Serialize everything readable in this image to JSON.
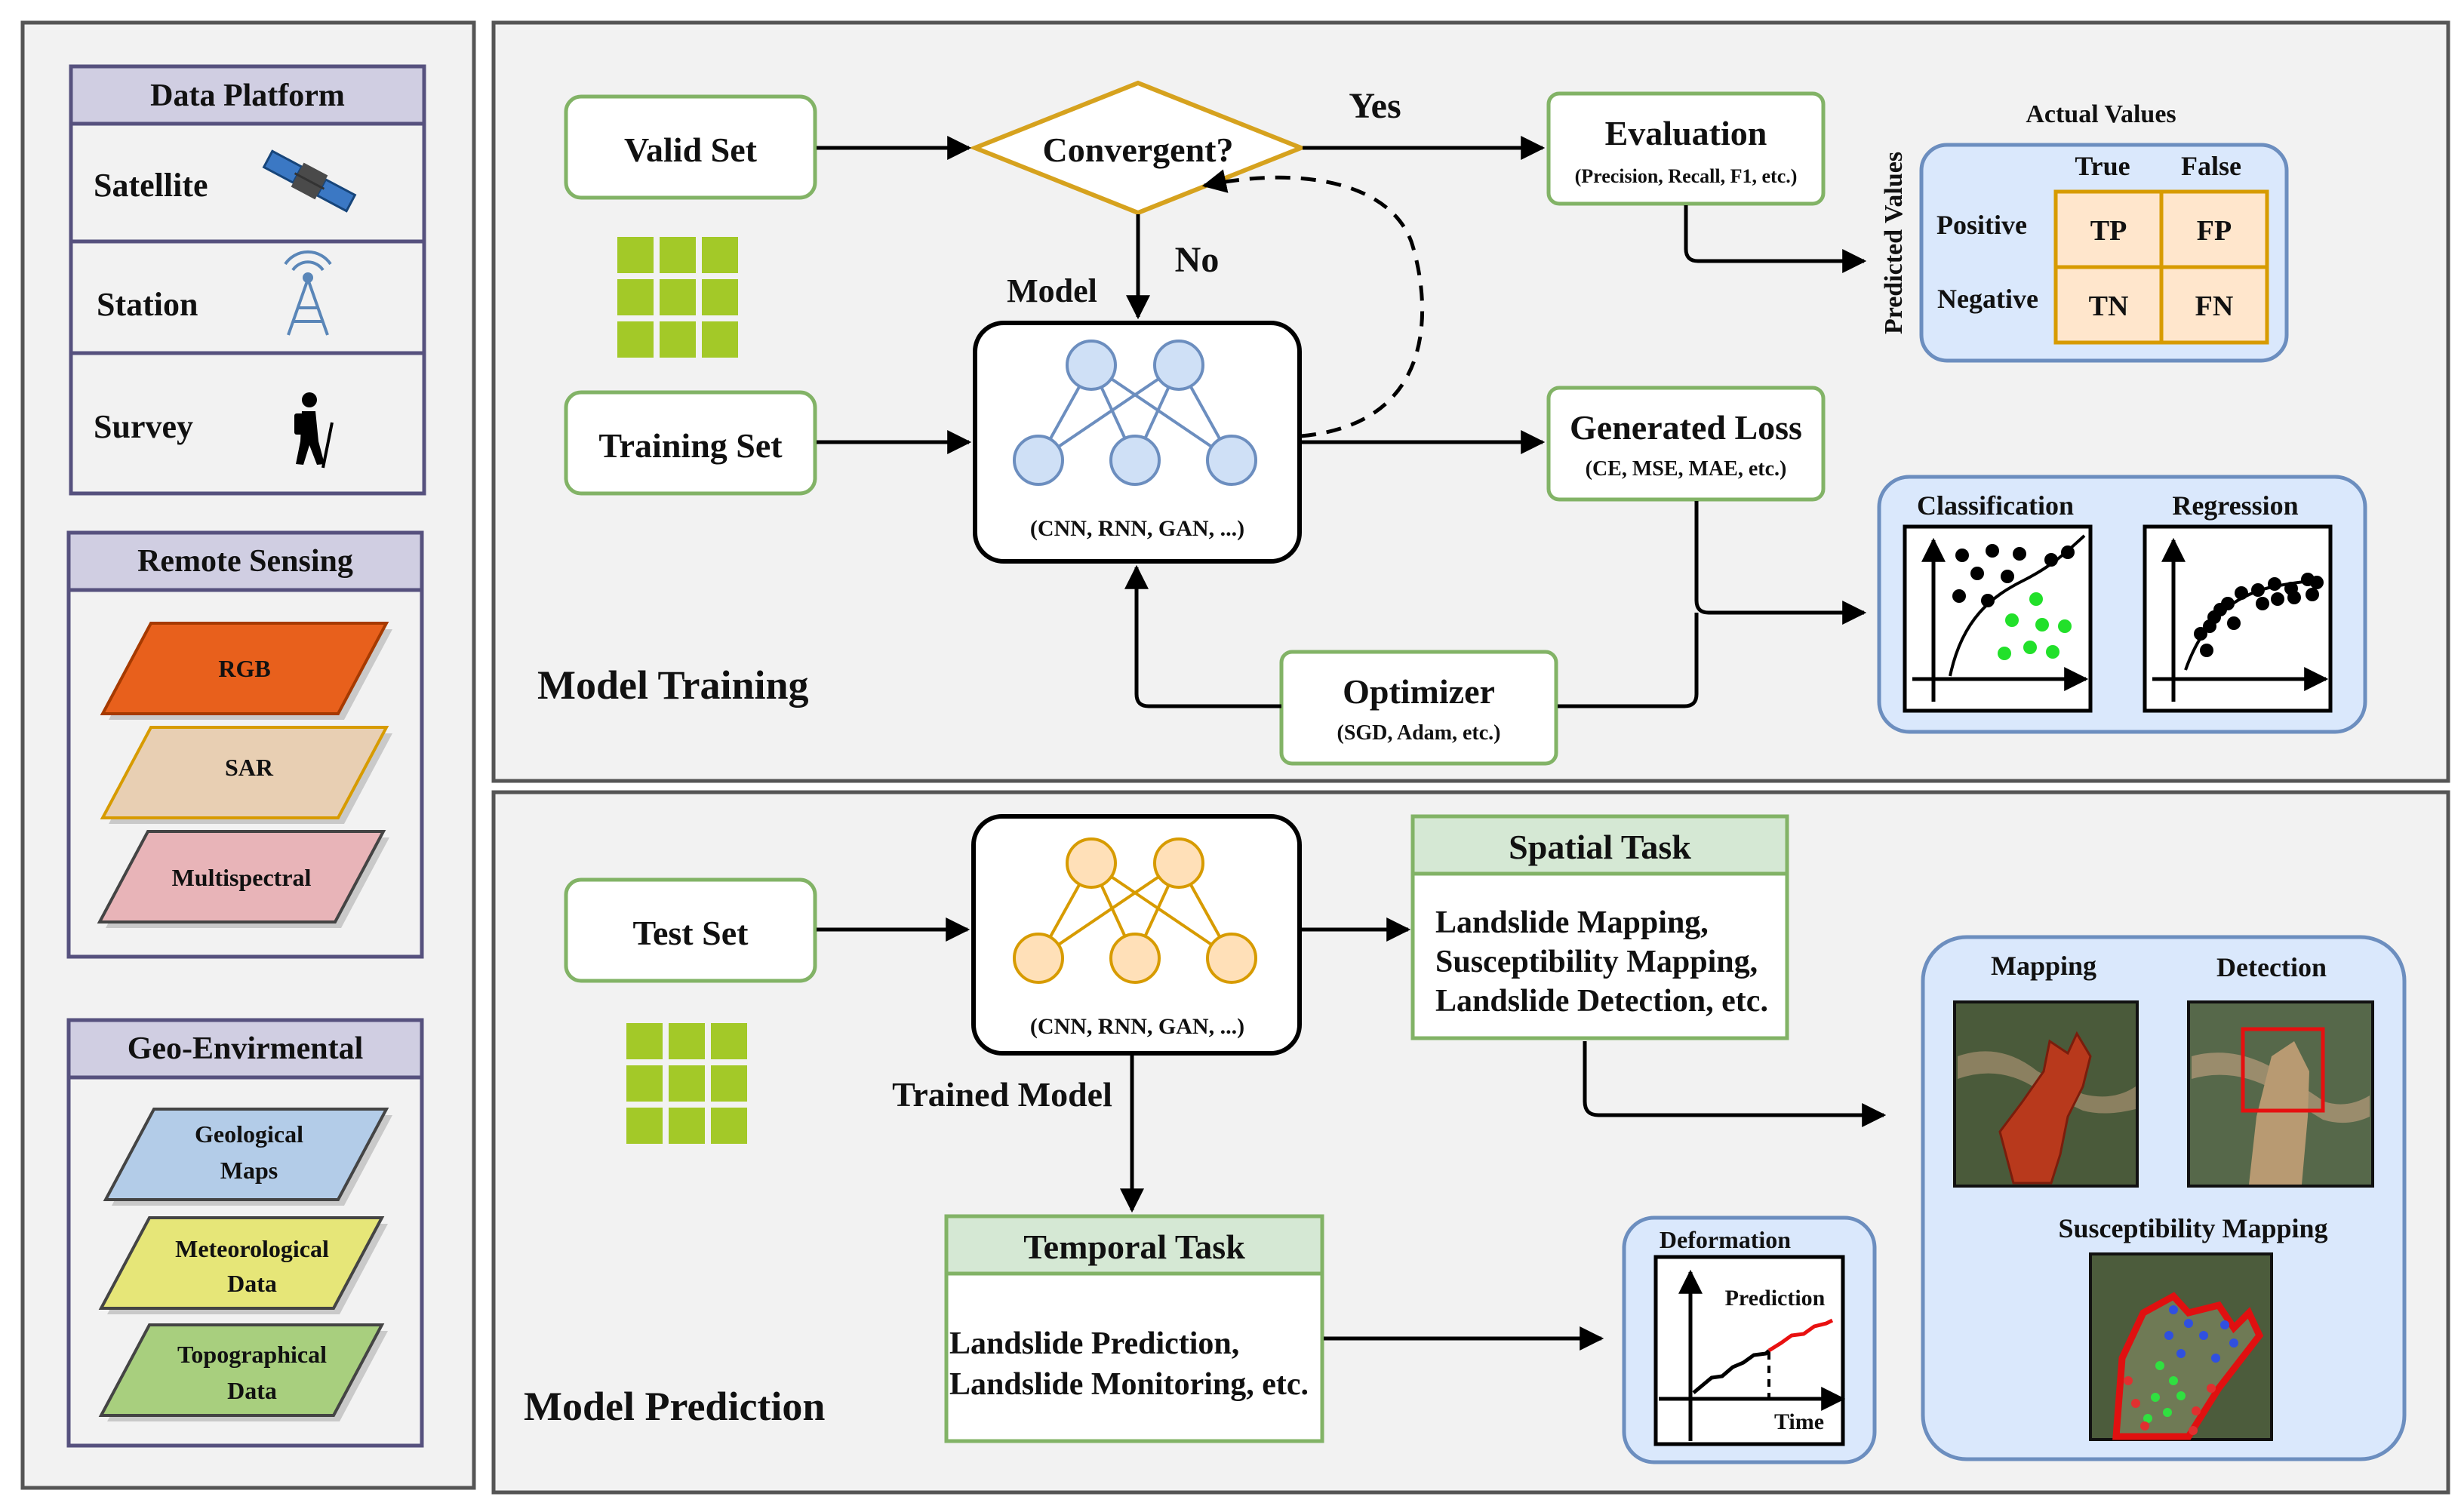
{
  "left": {
    "data_platform": {
      "title": "Data Platform",
      "items": [
        "Satellite",
        "Station",
        "Survey"
      ]
    },
    "remote_sensing": {
      "title": "Remote Sensing",
      "layers": [
        "RGB",
        "SAR",
        "Multispectral"
      ]
    },
    "geo": {
      "title": "Geo-Envirmental",
      "layers": [
        [
          "Geological",
          "Maps"
        ],
        [
          "Meteorological",
          "Data"
        ],
        [
          "Topographical",
          "Data"
        ]
      ]
    }
  },
  "training": {
    "section_title": "Model Training",
    "valid_set": "Valid Set",
    "training_set": "Training Set",
    "convergent": "Convergent?",
    "yes": "Yes",
    "no": "No",
    "model_label": "Model",
    "model_caption": "(CNN, RNN, GAN, ...)",
    "evaluation": "Evaluation",
    "evaluation_sub": "(Precision, Recall, F1, etc.)",
    "generated_loss": "Generated Loss",
    "generated_loss_sub": "(CE, MSE, MAE, etc.)",
    "optimizer": "Optimizer",
    "optimizer_sub": "(SGD, Adam, etc.)",
    "confusion": {
      "actual": "Actual Values",
      "predicted": "Predicted Values",
      "cols": [
        "True",
        "False"
      ],
      "rows": [
        "Positive",
        "Negative"
      ],
      "cells": [
        "TP",
        "FP",
        "TN",
        "FN"
      ]
    },
    "plots": {
      "classification": "Classification",
      "regression": "Regression"
    }
  },
  "prediction": {
    "section_title": "Model Prediction",
    "test_set": "Test Set",
    "model_caption": "(CNN, RNN, GAN, ...)",
    "trained_model": "Trained Model",
    "spatial_title": "Spatial Task",
    "spatial_lines": [
      "Landslide Mapping,",
      "Susceptibility Mapping,",
      "Landslide Detection, etc."
    ],
    "temporal_title": "Temporal Task",
    "temporal_lines": [
      "Landslide Prediction,",
      "Landslide Monitoring, etc."
    ],
    "deformation": {
      "title": "Deformation",
      "prediction": "Prediction",
      "time": "Time"
    },
    "images": {
      "mapping": "Mapping",
      "detection": "Detection",
      "susceptibility": "Susceptibility Mapping"
    }
  },
  "colors": {
    "panel_bg": "#f2f2f2",
    "green_border": "#82b366",
    "green_fill": "#d5e8d4",
    "blue_fill": "#dae8fc",
    "blue_border": "#6c8ebf",
    "purple_fill": "#d0cee2",
    "purple_border": "#56517e",
    "orange": "#ffe6cc",
    "orange_border": "#d79b00",
    "diamond": "#d6a21e",
    "grid_green": "#a3c928"
  }
}
